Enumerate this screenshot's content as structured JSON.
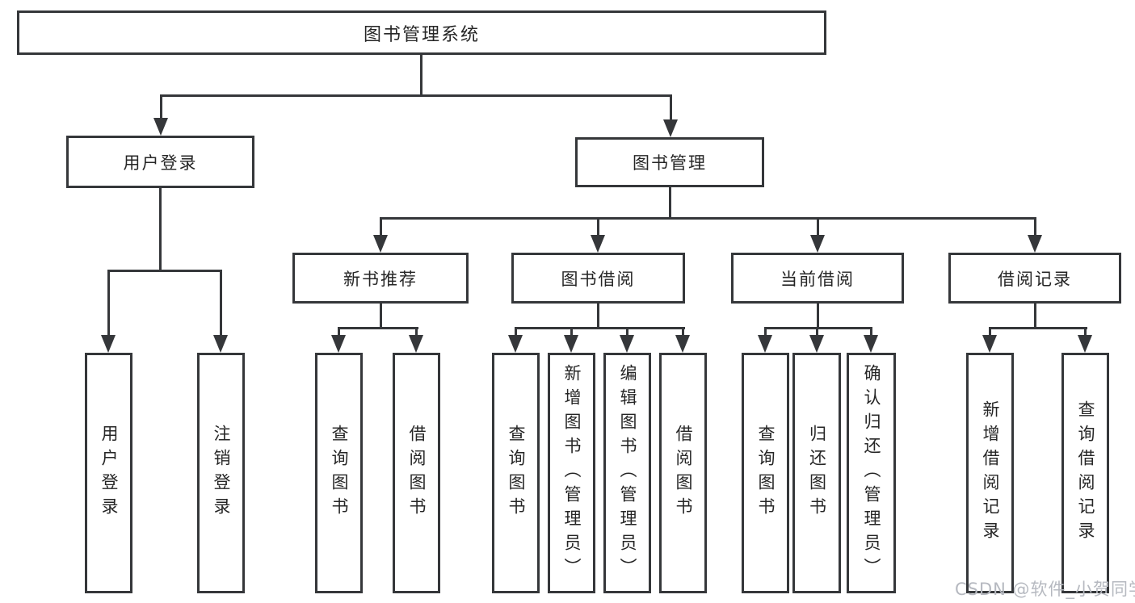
{
  "tree": {
    "root": {
      "label": "图书管理系统",
      "children": [
        {
          "label": "用户登录",
          "children": [
            {
              "label": "用户登录"
            },
            {
              "label": "注销登录"
            }
          ]
        },
        {
          "label": "图书管理",
          "children": [
            {
              "label": "新书推荐",
              "children": [
                {
                  "label": "查询图书"
                },
                {
                  "label": "借阅图书"
                }
              ]
            },
            {
              "label": "图书借阅",
              "children": [
                {
                  "label": "查询图书"
                },
                {
                  "label": "新增图书（管理员）"
                },
                {
                  "label": "编辑图书（管理员）"
                },
                {
                  "label": "借阅图书"
                }
              ]
            },
            {
              "label": "当前借阅",
              "children": [
                {
                  "label": "查询图书"
                },
                {
                  "label": "归还图书"
                },
                {
                  "label": "确认归还（管理员）"
                }
              ]
            },
            {
              "label": "借阅记录",
              "children": [
                {
                  "label": "新增借阅记录"
                },
                {
                  "label": "查询借阅记录"
                }
              ]
            }
          ]
        }
      ]
    }
  },
  "watermark": "CSDN @软件_小贺同学",
  "colors": {
    "line": "#35373a",
    "text": "#262626",
    "watermark": "#b6b9c0",
    "background": "#ffffff"
  }
}
